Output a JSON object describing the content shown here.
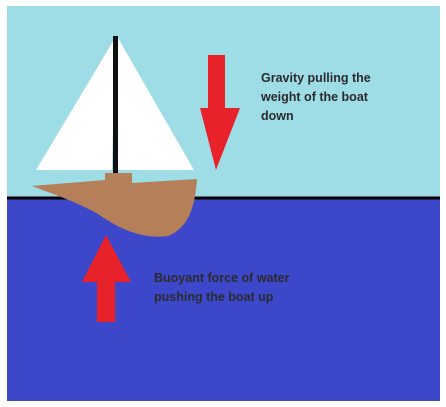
{
  "colors": {
    "sky": "#9edce6",
    "water": "#3d47c9",
    "waterline": "#000000",
    "sail": "#ffffff",
    "mast": "#111111",
    "hull": "#b47f59",
    "arrow": "#e8222a",
    "frame": "#ffffff"
  },
  "labels": {
    "gravity": {
      "lines": [
        "Gravity pulling the",
        "weight of the boat",
        "down"
      ]
    },
    "buoyant": {
      "lines": [
        "Buoyant force of water",
        "pushing the boat up"
      ]
    }
  }
}
